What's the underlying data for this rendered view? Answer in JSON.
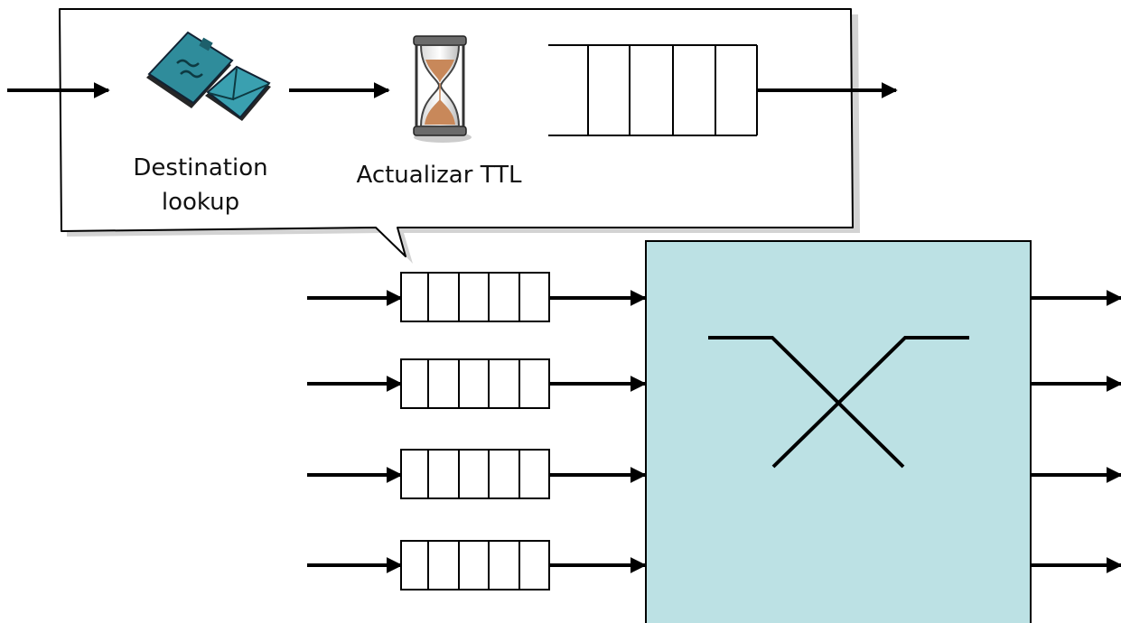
{
  "callout": {
    "lookup_label_line1": "Destination",
    "lookup_label_line2": "lookup",
    "ttl_label": "Actualizar TTL"
  },
  "icons": {
    "lookup": "envelope-letters-icon",
    "ttl": "hourglass-icon"
  },
  "colors": {
    "switch_fabric_fill": "#bce1e4",
    "envelope_fill": "#2f8c9b",
    "sand": "#c8885a",
    "stroke": "#000000",
    "callout_fill": "#ffffff"
  },
  "input_ports": {
    "count": 4,
    "queue_slots": 5
  },
  "output_ports": {
    "count": 4
  },
  "expanded_queue": {
    "queue_slots": 5
  }
}
